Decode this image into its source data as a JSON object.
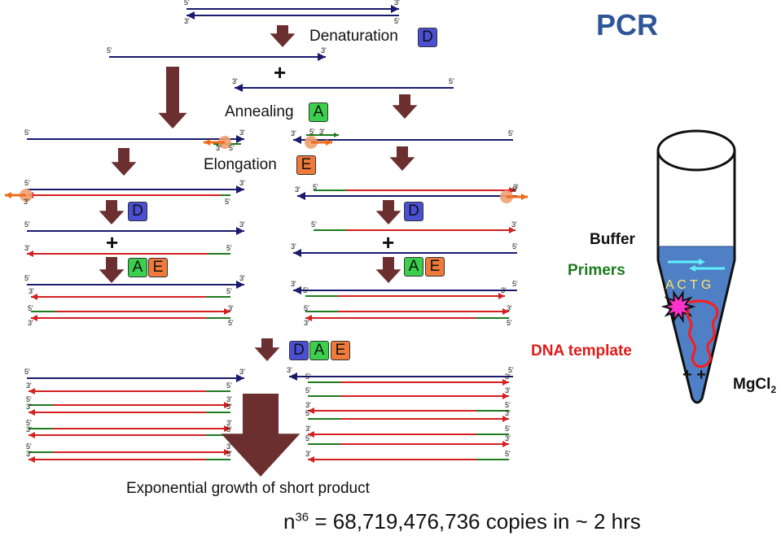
{
  "title": "PCR",
  "steps": {
    "denaturation": "Denaturation",
    "annealing": "Annealing",
    "elongation": "Elongation"
  },
  "badges": {
    "D": "D",
    "A": "A",
    "E": "E"
  },
  "tube_labels": {
    "buffer": "Buffer",
    "primers": "Primers",
    "dna_template": "DNA template",
    "mgcl": "MgCl",
    "mgcl_sub": "2",
    "nucleotides": "A C T G",
    "ions": "+ +"
  },
  "strand_ends": {
    "five": "5'",
    "three": "3'"
  },
  "plus_sign": "+",
  "caption": "Exponential growth of short product",
  "formula": {
    "base": "n",
    "exponent": "36",
    "text": " =   68,719,476,736 copies in ~ 2 hrs"
  },
  "colors": {
    "title": "#2f5597",
    "template_strand": "#1a1a6e",
    "new_strand": "#d42020",
    "primer": "#1e7a1e",
    "arrow": "#6b2f2f",
    "tube_fill": "#4f7fc4",
    "primers_label": "#1e7a1e",
    "template_label": "#e01b1b",
    "nucleotides": "#ffe36b",
    "primer_arrows": "#5ff0ff",
    "dna_squiggle": "#ff1a1a",
    "dntp_burst": "#ff33cc",
    "polymerase": "#f0a070"
  }
}
